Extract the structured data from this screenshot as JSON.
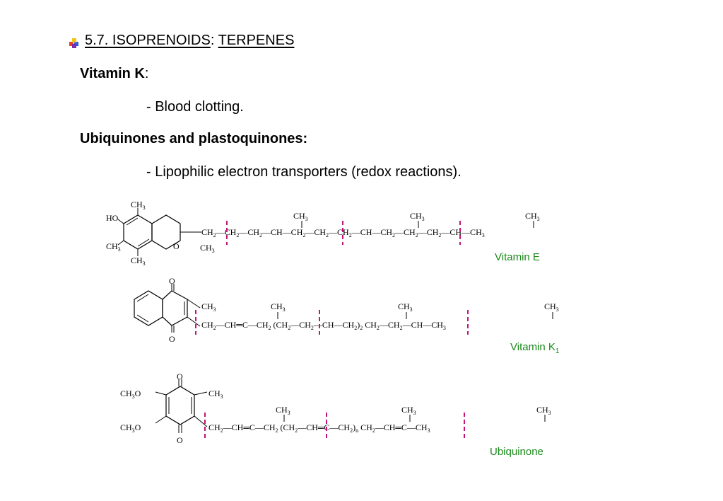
{
  "header": {
    "number": "5.7.",
    "topic": "ISOPRENOIDS",
    "separator": ":",
    "subtopic": "TERPENES"
  },
  "sections": [
    {
      "heading": "Vitamin K",
      "suffix": ":",
      "bullet": "- Blood clotting."
    },
    {
      "heading": "Ubiquinones and plastoquinones:",
      "suffix": "",
      "bullet": "-  Lipophilic electron transporters (redox reactions)."
    }
  ],
  "figures": {
    "vitamin_e": {
      "label": "Vitamin E",
      "ring_labels": {
        "ho": "HO",
        "ch3_top": "CH3",
        "ch3_left": "CH3",
        "ch3_bottom": "CH3",
        "o": "O",
        "ch3_ring": "CH3"
      },
      "chain": "CH2—CH2—CH2—CH—CH2—CH2—CH2—CH—CH2—CH2—CH2—CH—CH3"
    },
    "vitamin_k1": {
      "label_main": "Vitamin K",
      "label_sub": "1",
      "ring_labels": {
        "o_top": "O",
        "o_bottom": "O",
        "ch3": "CH3"
      },
      "chain": "CH2—CH=C—CH2(CH2—CH2—CH—CH2)2CH2—CH2—CH—CH3"
    },
    "ubiquinone": {
      "label": "Ubiquinone",
      "ring_labels": {
        "och3_top": "CH3O",
        "och3_bottom": "CH3O",
        "o_top": "O",
        "o_bottom": "O",
        "ch3": "CH3"
      },
      "chain": "CH2—CH=C—CH2(CH2—CH=C—CH2)nCH2—CH=C—CH3"
    }
  },
  "colors": {
    "caption": "#1a8a1a",
    "divider": "#c0157a"
  }
}
